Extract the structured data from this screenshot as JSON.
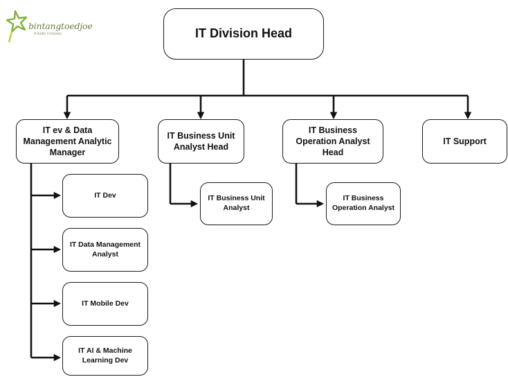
{
  "logo": {
    "brand": "bintangtoedjoe",
    "tagline": "A Kalbe Company"
  },
  "head": {
    "label": "IT Division Head"
  },
  "managers": [
    {
      "label": "IT ev & Data Management Analytic Manager"
    },
    {
      "label": "IT Business Unit Analyst Head"
    },
    {
      "label": "IT Business Operation Analyst Head"
    },
    {
      "label": "IT Support"
    }
  ],
  "dev_team": [
    {
      "label": "IT Dev"
    },
    {
      "label": "IT Data Management Analyst"
    },
    {
      "label": "IT Mobile Dev"
    },
    {
      "label": "IT AI & Machine Learning Dev"
    }
  ],
  "bu_team": [
    {
      "label": "IT Business Unit Analyst"
    }
  ],
  "bo_team": [
    {
      "label": "IT Business Operation Analyst"
    }
  ]
}
